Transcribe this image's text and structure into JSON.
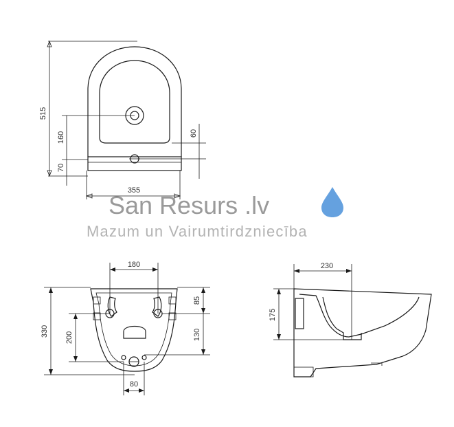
{
  "watermark": {
    "brand": "San Resurs .lv",
    "tagline": "Mazum un Vairumtirdzniecība",
    "drop_color": "#4a90d9"
  },
  "top_view": {
    "dims": {
      "overall_depth": "515",
      "outlet_height": "160",
      "front_offset": "70",
      "inlet_offset": "60",
      "width": "355"
    }
  },
  "back_view": {
    "dims": {
      "bolt_spacing": "180",
      "height": "330",
      "top_to_bolt": "85",
      "bolt_to_outlet": "130",
      "outlet_height": "200",
      "outlet_width": "80"
    }
  },
  "side_view": {
    "dims": {
      "projection": "230",
      "height": "175"
    }
  }
}
